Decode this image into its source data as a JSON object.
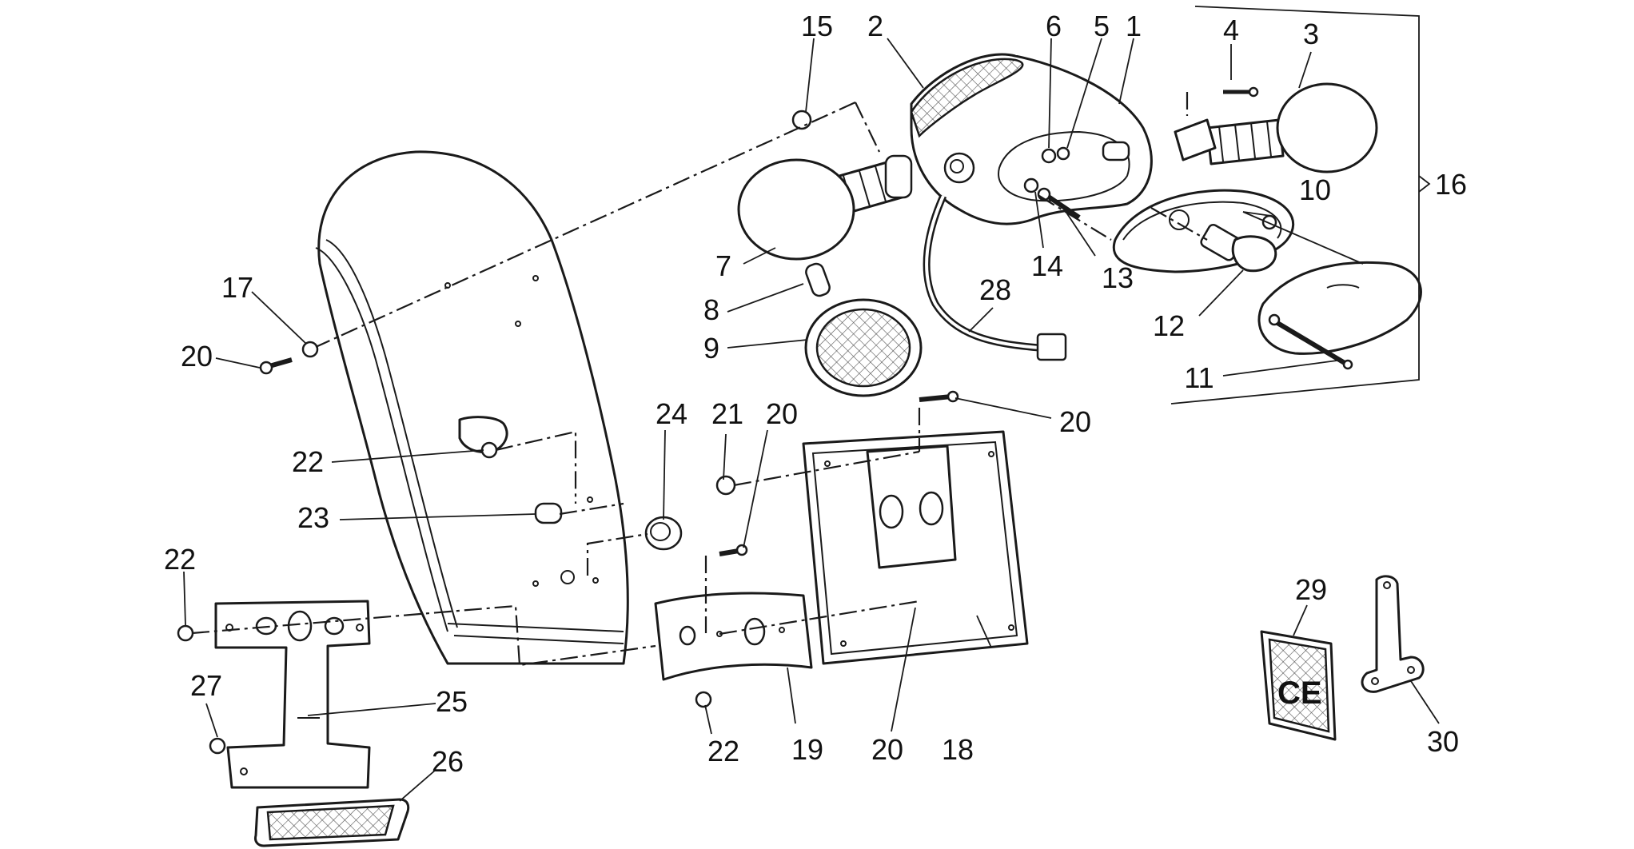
{
  "callouts": [
    {
      "id": "c1",
      "text": "1"
    },
    {
      "id": "c2",
      "text": "2"
    },
    {
      "id": "c3",
      "text": "3"
    },
    {
      "id": "c4",
      "text": "4"
    },
    {
      "id": "c5",
      "text": "5"
    },
    {
      "id": "c6",
      "text": "6"
    },
    {
      "id": "c7",
      "text": "7"
    },
    {
      "id": "c8",
      "text": "8"
    },
    {
      "id": "c9",
      "text": "9"
    },
    {
      "id": "c10",
      "text": "10"
    },
    {
      "id": "c11",
      "text": "11"
    },
    {
      "id": "c12",
      "text": "12"
    },
    {
      "id": "c13",
      "text": "13"
    },
    {
      "id": "c14",
      "text": "14"
    },
    {
      "id": "c15",
      "text": "15"
    },
    {
      "id": "c16",
      "text": "16"
    },
    {
      "id": "c17",
      "text": "17"
    },
    {
      "id": "c18",
      "text": "18"
    },
    {
      "id": "c19",
      "text": "19"
    },
    {
      "id": "c20a",
      "text": "20"
    },
    {
      "id": "c20b",
      "text": "20"
    },
    {
      "id": "c20c",
      "text": "20"
    },
    {
      "id": "c20d",
      "text": "20"
    },
    {
      "id": "c21",
      "text": "21"
    },
    {
      "id": "c22a",
      "text": "22"
    },
    {
      "id": "c22b",
      "text": "22"
    },
    {
      "id": "c22c",
      "text": "22"
    },
    {
      "id": "c23",
      "text": "23"
    },
    {
      "id": "c24",
      "text": "24"
    },
    {
      "id": "c25",
      "text": "25"
    },
    {
      "id": "c26",
      "text": "26"
    },
    {
      "id": "c27",
      "text": "27"
    },
    {
      "id": "c28",
      "text": "28"
    },
    {
      "id": "c29",
      "text": "29"
    },
    {
      "id": "c30",
      "text": "30"
    }
  ],
  "ce_mark": "CE"
}
